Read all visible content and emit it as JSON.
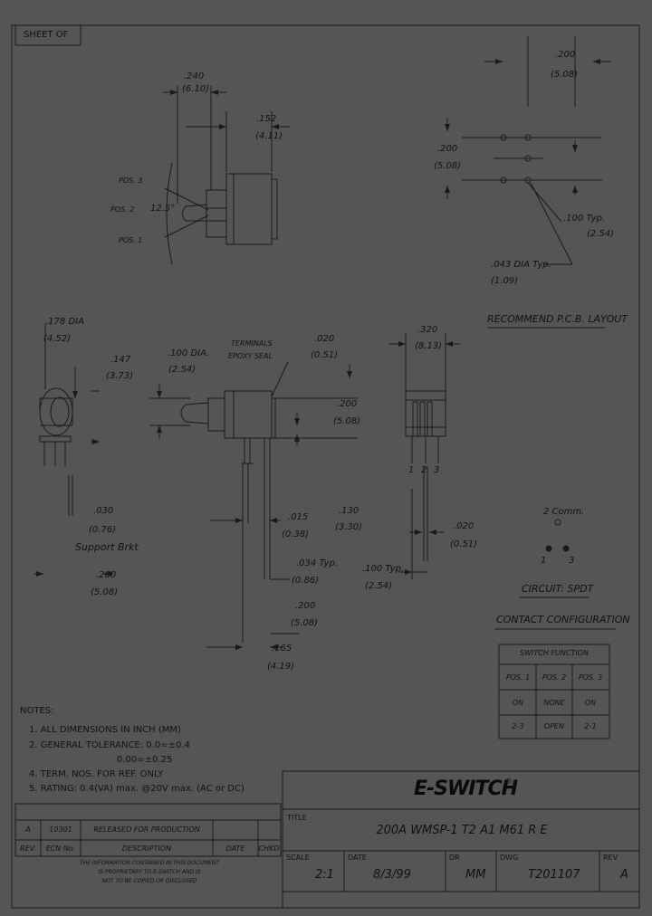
{
  "sheet_label": "SHEET OF",
  "dims": {
    "d240": ".240",
    "d240mm": "(6.10)",
    "d152": ".152",
    "d152mm": "(4.11)",
    "pos3": "POS. 3",
    "pos2": "POS. 2",
    "pos1": "POS. 1",
    "angle": "12.5°",
    "d200top": ".200",
    "d200topmm": "(5.08)",
    "d200left": ".200",
    "d200leftmm": "(5.08)",
    "d100typ": ".100 Typ.",
    "d100typmm": "(2.54)",
    "d043": ".043 DIA Typ.",
    "d043mm": "(1.09)",
    "recommend": "RECOMMEND P.C.B. LAYOUT",
    "d178": ".178 DIA",
    "d178mm": "(4.52)",
    "d147": ".147",
    "d147mm": "(3.73)",
    "d100dia": ".100 DIA.",
    "d100diamm": "(2.54)",
    "terminals": "TERMINALS",
    "epoxy": "EPOXY SEAL",
    "d020a": ".020",
    "d020amm": "(0.51)",
    "d200b": ".200",
    "d200bmm": "(5.08)",
    "d320": ".320",
    "d320mm": "(8.13)",
    "pin1": "1",
    "pin2": "2",
    "pin3": "3",
    "d030": ".030",
    "d030mm": "(0.76)",
    "support": "Support Brkt",
    "d200c": ".200",
    "d200cmm": "(5.08)",
    "d015": ".015",
    "d015mm": "(0.38)",
    "d130": ".130",
    "d130mm": "(3.30)",
    "d034": ".034 Typ.",
    "d034mm": "(0.86)",
    "d200d": ".200",
    "d200dmm": "(5.08)",
    "d165": ".165",
    "d165mm": "(4.19)",
    "d100typ2": ".100 Typ.",
    "d100typ2mm": "(2.54)",
    "d020b": ".020",
    "d020bmm": "(0.51)"
  },
  "circuit": {
    "comm": "2 Comm.",
    "t1": "1",
    "t3": "3",
    "label": "CIRCUIT: SPDT",
    "config": "CONTACT CONFIGURATION",
    "table_title": "SWITCH FUNCTION",
    "headers": [
      "POS. 1",
      "POS. 2",
      "POS. 3"
    ],
    "row1": [
      "ON",
      "NONE",
      "ON"
    ],
    "row2": [
      "2-3",
      "OPEN",
      "2-1"
    ]
  },
  "notes": {
    "title": "NOTES:",
    "n1": "1.  ALL DIMENSIONS IN INCH (MM)",
    "n2": "2.  GENERAL TOLERANCE: 0.0=±0.4",
    "n2b": "0.00=±0.25",
    "n3": "4.  TERM. NOS. FOR REF. ONLY",
    "n4": "5.  RATING: 0.4(VA) max. @20V max. (AC or DC)"
  },
  "revisions": {
    "rev": "A",
    "ecn": "10301",
    "desc": "RELEASED FOR PRODUCTION",
    "date": "",
    "chkd": "",
    "h_rev": "REV.",
    "h_ecn": "ECN No.",
    "h_desc": "DESCRIPTION",
    "h_date": "DATE",
    "h_chkd": "CHKD",
    "disclaimer1": "THE INFORMATION CONTAINED IN THIS DOCUMENT",
    "disclaimer2": "IS PROPRIETARY TO E-SWITCH AND IS",
    "disclaimer3": "NOT TO BE COPIED OR DISCLOSED"
  },
  "title_block": {
    "brand": "E-SWITCH",
    "reg": "®",
    "title_label": "TITLE",
    "title": "200A  WMSP-1  T2  A1  M61  R  E",
    "scale_label": "SCALE",
    "scale": "2:1",
    "date_label": "DATE",
    "date": "8/3/99",
    "dr_label": "DR",
    "dr": "MM",
    "dwg_label": "DWG",
    "dwg": "T201107",
    "rev_label": "REV",
    "rev": "A"
  }
}
